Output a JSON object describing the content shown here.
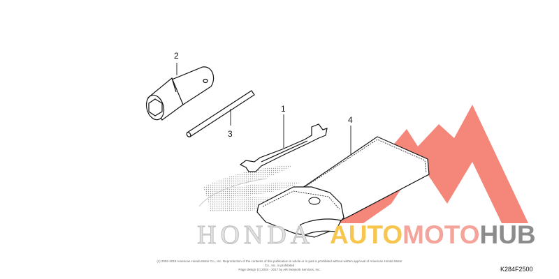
{
  "diagram": {
    "callouts": [
      {
        "id": "c1",
        "label": "1"
      },
      {
        "id": "c2",
        "label": "2"
      },
      {
        "id": "c3",
        "label": "3"
      },
      {
        "id": "c4",
        "label": "4"
      }
    ],
    "background_brand_text": "HONDA",
    "watermark": {
      "part1": "AUTO",
      "part2": "MOTO",
      "part3": "HUB",
      "colors": {
        "part1": "#f6c64f",
        "part2": "#f4a49a",
        "part3": "#8c8c8c",
        "logo": "#f4867a"
      }
    },
    "copyright_line1": "(c) 2002-2016 American Honda Motor Co., Inc. Reproduction of the contents of this publication in whole or in part is prohibited without written approval of American Honda Motor Co., Inc. is prohibited",
    "copyright_line2": "Page design (c) 2004 - 2017 by ARI Network Services, Inc.",
    "diagram_code": "K284F2500"
  }
}
